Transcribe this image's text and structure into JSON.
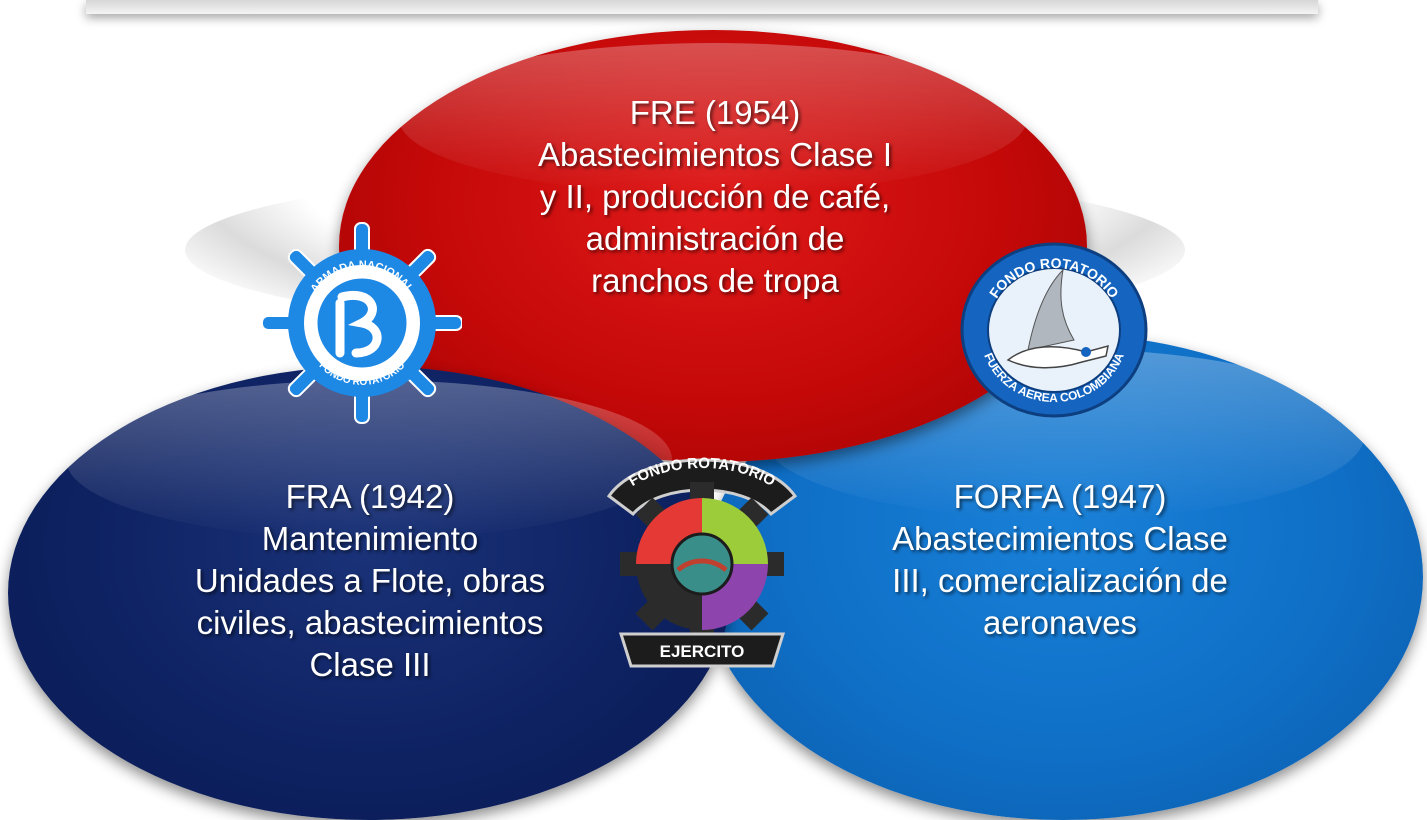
{
  "nodes": [
    {
      "id": "fre",
      "color": "#c40808",
      "lines": [
        "FRE (1954)",
        "Abastecimientos Clase I",
        "y II, producción de café,",
        "administración de",
        "ranchos de tropa"
      ]
    },
    {
      "id": "fra",
      "color": "#0e2262",
      "lines": [
        "FRA (1942)",
        "Mantenimiento",
        "Unidades a Flote, obras",
        "civiles, abastecimientos",
        "Clase III"
      ]
    },
    {
      "id": "forfa",
      "color": "#0f6fc6",
      "lines": [
        "FORFA (1947)",
        "Abastecimientos Clase",
        "III, comercialización de",
        "aeronaves"
      ]
    }
  ],
  "logos": {
    "armada": {
      "icon": "ship-wheel-emblem",
      "top_text": "ARMADA NACIONAL",
      "bottom_text": "FONDO ROTATORIO",
      "color": "#1e88e5"
    },
    "fac": {
      "icon": "pelican-emblem",
      "top_text": "FONDO ROTATORIO",
      "bottom_text": "FUERZA AEREA COLOMBIANA",
      "color": "#1565c0"
    },
    "ejercito": {
      "icon": "gear-emblem",
      "top_text": "FONDO ROTATORIO",
      "bottom_text": "EJERCITO",
      "color": "#333333"
    }
  }
}
